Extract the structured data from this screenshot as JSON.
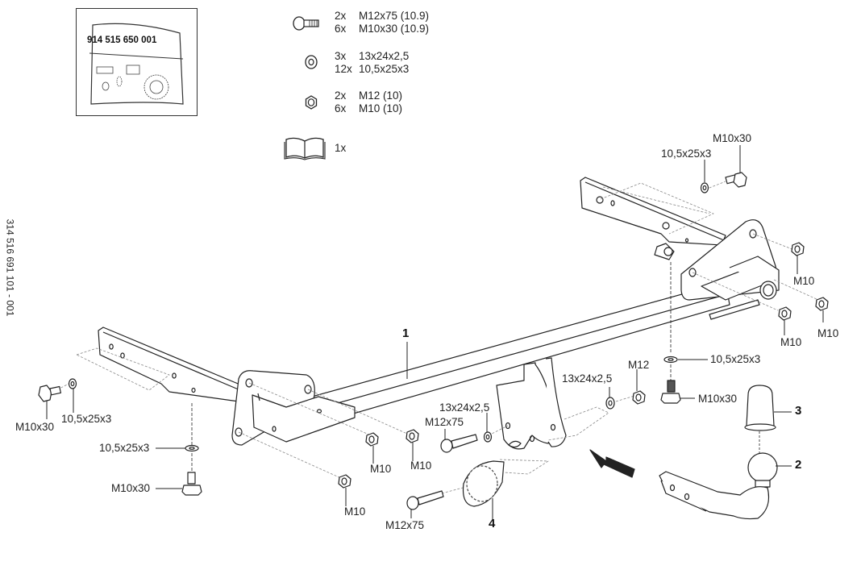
{
  "document": {
    "side_code": "314 516 691 101 - 001",
    "kit_code": "914 515 650 001"
  },
  "hardware_legend": [
    {
      "icon": "bolt-icon",
      "items": [
        {
          "qty": "2x",
          "spec": "M12x75 (10.9)"
        },
        {
          "qty": "6x",
          "spec": "M10x30 (10.9)"
        }
      ]
    },
    {
      "icon": "washer-icon",
      "items": [
        {
          "qty": "3x",
          "spec": "13x24x2,5"
        },
        {
          "qty": "12x",
          "spec": "10,5x25x3"
        }
      ]
    },
    {
      "icon": "nut-icon",
      "items": [
        {
          "qty": "2x",
          "spec": "M12 (10)"
        },
        {
          "qty": "6x",
          "spec": "M10 (10)"
        }
      ]
    },
    {
      "icon": "manual-book-icon",
      "items": [
        {
          "qty": "1x",
          "spec": ""
        }
      ]
    }
  ],
  "part_numbers": [
    "1",
    "2",
    "3",
    "4"
  ],
  "callouts": {
    "top_right_bolt": "M10x30",
    "top_right_washer": "10,5x25x3",
    "right_nut_upper": "M10",
    "right_nut_lower_a": "M10",
    "right_nut_lower_b": "M10",
    "right_vertical_washer": "10,5x25x3",
    "right_vertical_bolt": "M10x30",
    "left_bolt": "M10x30",
    "left_washer": "10,5x25x3",
    "left_vertical_washer": "10,5x25x3",
    "left_vertical_bolt": "M10x30",
    "center_nut_a": "M10",
    "center_nut_b": "M10",
    "center_nut_c": "M10",
    "center_bolt_upper": "M12x75",
    "center_washer_upper": "13x24x2,5",
    "center_bolt_lower": "M12x75",
    "mid_washer": "13x24x2,5",
    "mid_nut": "M12"
  }
}
